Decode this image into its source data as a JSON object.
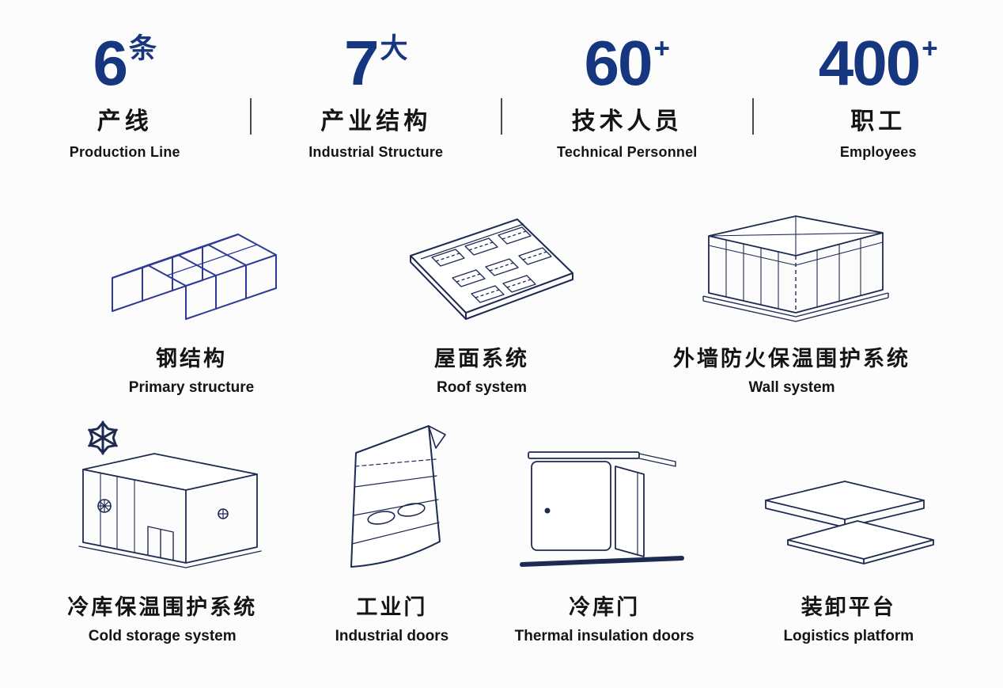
{
  "stats": [
    {
      "number": "6",
      "suffix": "条",
      "zh": "产线",
      "en": "Production Line"
    },
    {
      "number": "7",
      "suffix": "大",
      "zh": "产业结构",
      "en": "Industrial Structure"
    },
    {
      "number": "60",
      "suffix": "+",
      "zh": "技术人员",
      "en": "Technical Personnel"
    },
    {
      "number": "400",
      "suffix": "+",
      "zh": "职工",
      "en": "Employees"
    }
  ],
  "products": {
    "row1": [
      {
        "zh": "钢结构",
        "en": "Primary structure",
        "icon": "steel-structure-icon"
      },
      {
        "zh": "屋面系统",
        "en": "Roof system",
        "icon": "roof-system-icon"
      },
      {
        "zh": "外墙防火保温围护系统",
        "en": "Wall system",
        "icon": "wall-system-icon"
      }
    ],
    "row2": [
      {
        "zh": "冷库保温围护系统",
        "en": "Cold storage system",
        "icon": "cold-storage-icon"
      },
      {
        "zh": "工业门",
        "en": "Industrial doors",
        "icon": "industrial-door-icon"
      },
      {
        "zh": "冷库门",
        "en": "Thermal insulation doors",
        "icon": "insulation-door-icon"
      },
      {
        "zh": "装卸平台",
        "en": "Logistics platform",
        "icon": "dock-leveler-icon"
      }
    ]
  },
  "palette": {
    "accent_blue": "#16367f",
    "steel_blue": "#2e3a96",
    "line_ink": "#1e2a52",
    "text_ink": "#141414"
  }
}
